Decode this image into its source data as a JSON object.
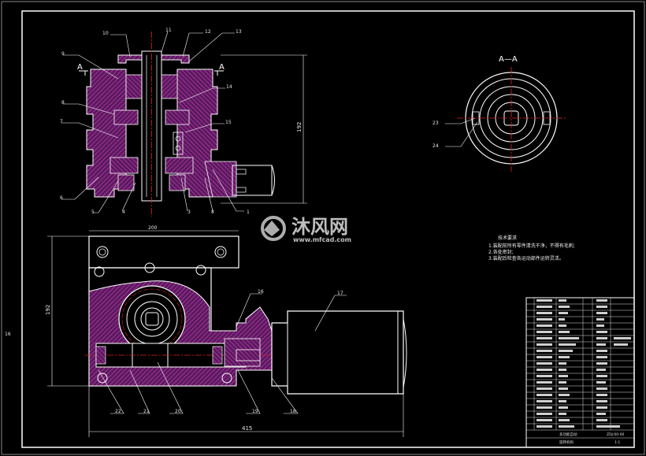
{
  "part_labels": {
    "p1": "1",
    "p3": "3",
    "p4": "4",
    "p5": "5",
    "p6": "6",
    "p7": "7",
    "p8": "8",
    "p9": "9",
    "p10": "10",
    "p11": "11",
    "p12": "12",
    "p13": "13",
    "p14": "14",
    "p15": "15",
    "p16": "16",
    "p17": "17",
    "p18": "18",
    "p19": "19",
    "p20": "20",
    "p21": "21",
    "p22": "22",
    "p23": "23",
    "p24": "24"
  },
  "dimensions": {
    "height_top": "192",
    "height_front": "192",
    "width_overall": "415",
    "top_width": "200",
    "left_edge": "16"
  },
  "section": {
    "marker_left": "A",
    "marker_right": "A",
    "view_title": "A—A"
  },
  "watermark": {
    "brand": "沐风网",
    "url": "www.mfcad.com"
  },
  "tech_requirements": {
    "title": "技术要求",
    "items": [
      "1.装配前所有零件清洗干净，不得有毛刺;",
      "2.各处密封;",
      "3.装配后检查各运动部件运转灵活。"
    ]
  },
  "title_block": {
    "name1": "多功能自动",
    "name2": "旋转机构",
    "drawing_no": "ZDJ-00-00",
    "scale": "1:1"
  }
}
